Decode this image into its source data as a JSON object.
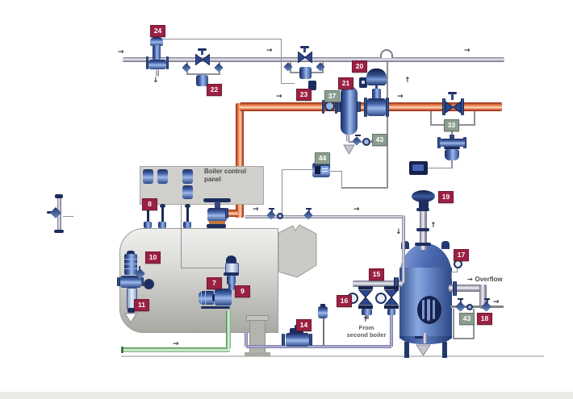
{
  "annotations": {
    "boiler_control_panel": "Boiler control panel",
    "from_second_boiler_line1": "From",
    "from_second_boiler_line2": "second boiler",
    "overflow": "Overflow"
  },
  "tags": {
    "t7": "7",
    "t8": "8",
    "t9": "9",
    "t10": "10",
    "t11": "11",
    "t14": "14",
    "t15": "15",
    "t16": "16",
    "t17": "17",
    "t18": "18",
    "t19": "19",
    "t20": "20",
    "t21": "21",
    "t22": "22",
    "t23": "23",
    "t24": "24",
    "t33": "33",
    "t37": "37",
    "t43": "43",
    "t44": "44"
  },
  "colors": {
    "primary_tag_bg": "#9b2143",
    "secondary_tag_bg": "#8c9e90",
    "steam_pipe_orange": "#e07a48",
    "water_pipe_gray": "#9a9aac",
    "feed_pipe_green": "#8fc48f",
    "blowdown_pipe_blue": "#9090bc",
    "vessel_blue": "#4a68b0",
    "boiler_gray": "#c9c9c6"
  }
}
